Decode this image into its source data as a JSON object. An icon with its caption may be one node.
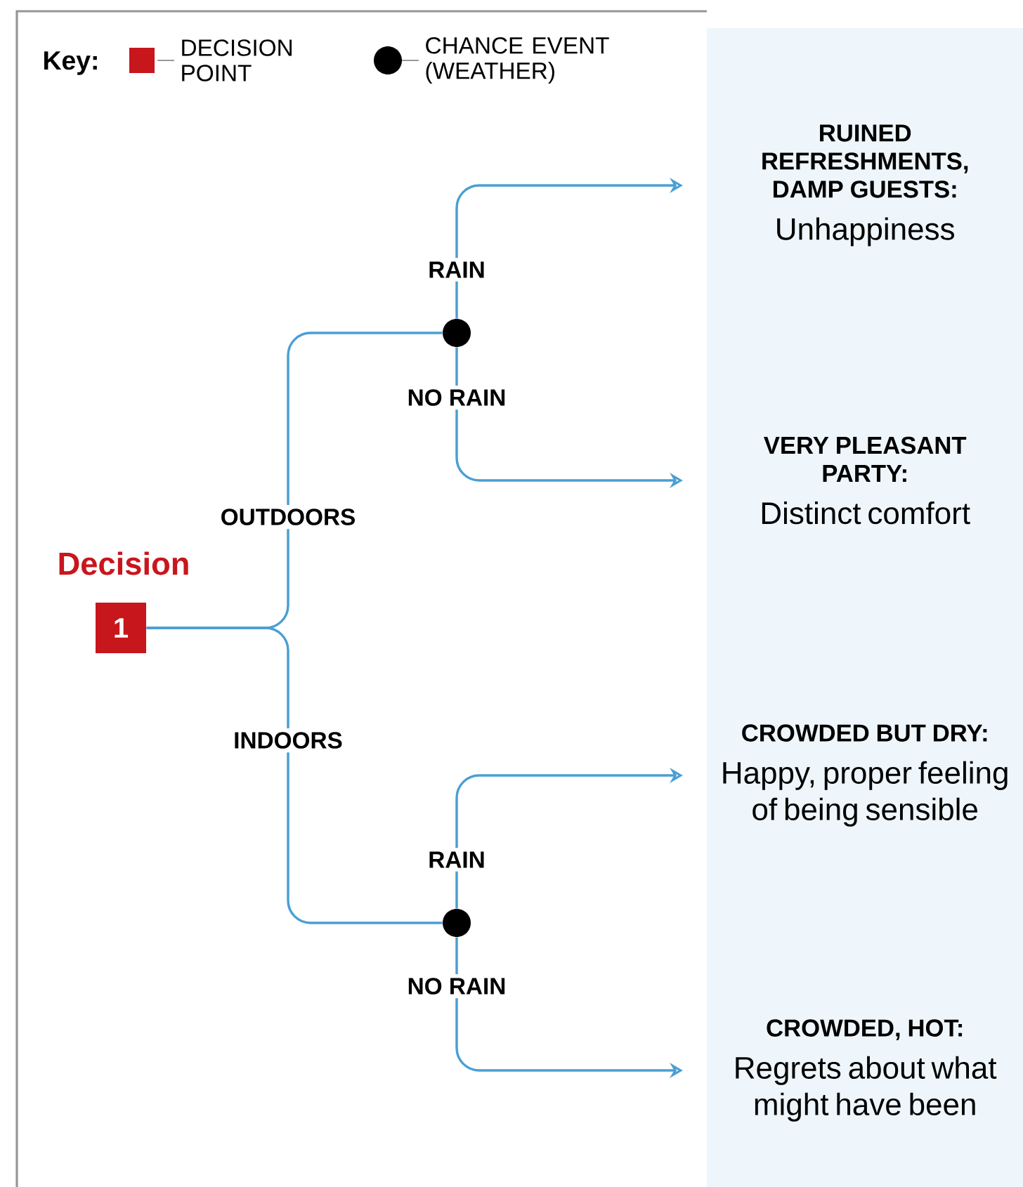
{
  "diagram": {
    "nodes": [
      {
        "text": [
          "1"
        ],
        "beside": [
          "Decision"
        ]
      },
      {
        "text": [],
        "shape": "circle"
      },
      {
        "text": [],
        "shape": "circle"
      },
      {
        "text": [
          "RUINED REFRESHMENTS, DAMP GUESTS:",
          "Unhappiness"
        ]
      },
      {
        "text": [
          "VERY PLEASANT PARTY:",
          "Distinct comfort"
        ]
      },
      {
        "text": [
          "CROWDED BUT DRY:",
          "Happy, proper feeling of being sensible"
        ]
      },
      {
        "text": [
          "CROWDED, HOT:",
          "Regrets about what might have been"
        ]
      }
    ],
    "edges": [
      {
        "from": 0,
        "to": 1,
        "arrow": "none",
        "label": "OUTDOORS"
      },
      {
        "from": 0,
        "to": 2,
        "arrow": "none",
        "label": "INDOORS"
      },
      {
        "from": 1,
        "to": 3,
        "arrow": "to",
        "label": "RAIN"
      },
      {
        "from": 1,
        "to": 4,
        "arrow": "to",
        "label": "NO RAIN"
      },
      {
        "from": 2,
        "to": 5,
        "arrow": "to",
        "label": "RAIN"
      },
      {
        "from": 2,
        "to": 6,
        "arrow": "to",
        "label": "NO RAIN"
      }
    ],
    "labels": [
      "Key:"
    ],
    "legend": [
      {
        "text": "DECISION POINT",
        "color": "#c8161d"
      },
      {
        "text": "CHANCE EVENT (WEATHER)",
        "color": "#000000"
      }
    ]
  }
}
